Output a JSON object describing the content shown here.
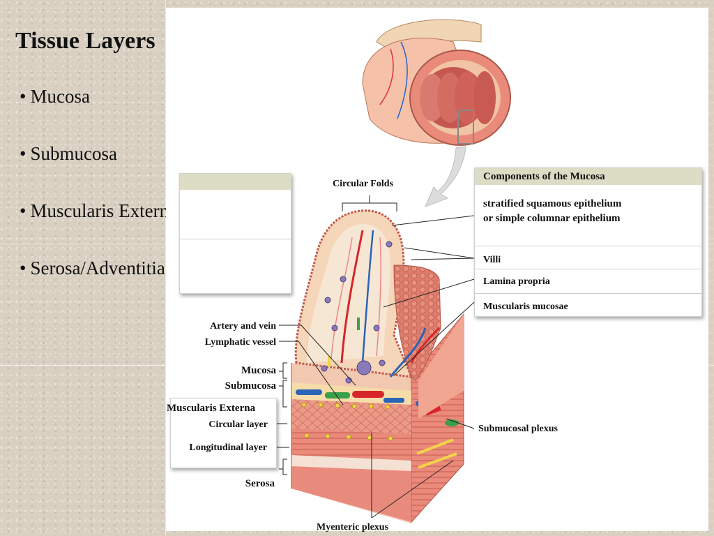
{
  "slide": {
    "title": "Tissue Layers",
    "bullets": [
      "Mucosa",
      "Submucosa",
      "Muscularis Externa",
      "Serosa/Adventitia"
    ]
  },
  "components_box": {
    "header": "Components of the Mucosa",
    "rows": [
      "stratified squamous epithelium\nor simple columnar epithelium",
      "Villi",
      "Lamina propria",
      "Muscularis mucosae"
    ]
  },
  "labels": {
    "circular_folds": "Circular Folds",
    "artery_vein": "Artery and vein",
    "lymphatic_vessel": "Lymphatic vessel",
    "mucosa": "Mucosa",
    "submucosa": "Submucosa",
    "muscularis_externa": "Muscularis Externa",
    "circular_layer": "Circular layer",
    "longitudinal_layer": "Longitudinal layer",
    "serosa": "Serosa",
    "submucosal_plexus": "Submucosal plexus",
    "myenteric_plexus": "Myenteric plexus"
  },
  "colors": {
    "tissue": "#e8857a",
    "tissue_dark": "#c9594e",
    "artery": "#d6262a",
    "vein": "#2a63b8",
    "lymph": "#3aa04a",
    "nerve": "#f3d34a",
    "box_header": "#ddddc6"
  }
}
